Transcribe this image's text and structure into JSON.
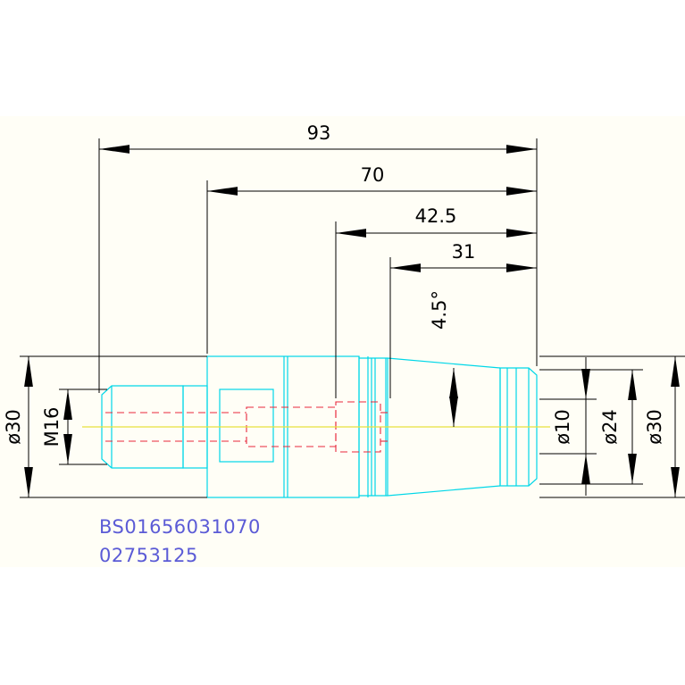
{
  "dimensions": {
    "overall_length": "93",
    "length_70": "70",
    "length_42_5": "42.5",
    "length_31": "31",
    "taper_angle": "4.5°",
    "dia_left": "ø30",
    "thread": "M16",
    "bore_dia": "ø10",
    "taper_dia": "ø24",
    "dia_right": "ø30"
  },
  "part_label": {
    "code": "BS01656031070",
    "number": "02753125"
  },
  "colors": {
    "outline": "#00d7e8",
    "hidden": "#e8283c",
    "centerline": "#e8e23c",
    "dimension": "#000000",
    "label": "#5b5bd6",
    "background": "#fffef6"
  }
}
